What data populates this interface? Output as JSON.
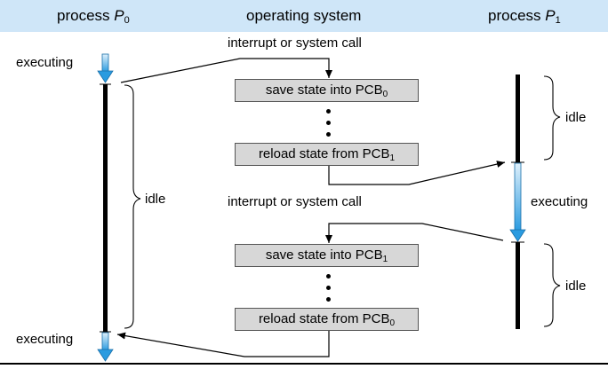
{
  "header": {
    "process0": {
      "label": "process",
      "sym": "P",
      "sub": "0"
    },
    "os": "operating system",
    "process1": {
      "label": "process",
      "sym": "P",
      "sub": "1"
    }
  },
  "labels": {
    "interrupt_top": "interrupt or system call",
    "interrupt_mid": "interrupt or system call",
    "executing_left_top": "executing",
    "executing_left_bottom": "executing",
    "executing_right": "executing",
    "idle_left": "idle",
    "idle_right_top": "idle",
    "idle_right_bottom": "idle"
  },
  "boxes": [
    {
      "text": "save state into PCB",
      "sub": "0"
    },
    {
      "text": "reload state from PCB",
      "sub": "1"
    },
    {
      "text": "save state into PCB",
      "sub": "1"
    },
    {
      "text": "reload state from PCB",
      "sub": "0"
    }
  ],
  "colors": {
    "header_bg": "#cfe6f8",
    "box_bg": "#d7d7d7",
    "exec_top": "#dff0fb",
    "exec_bottom": "#2a9be0"
  }
}
